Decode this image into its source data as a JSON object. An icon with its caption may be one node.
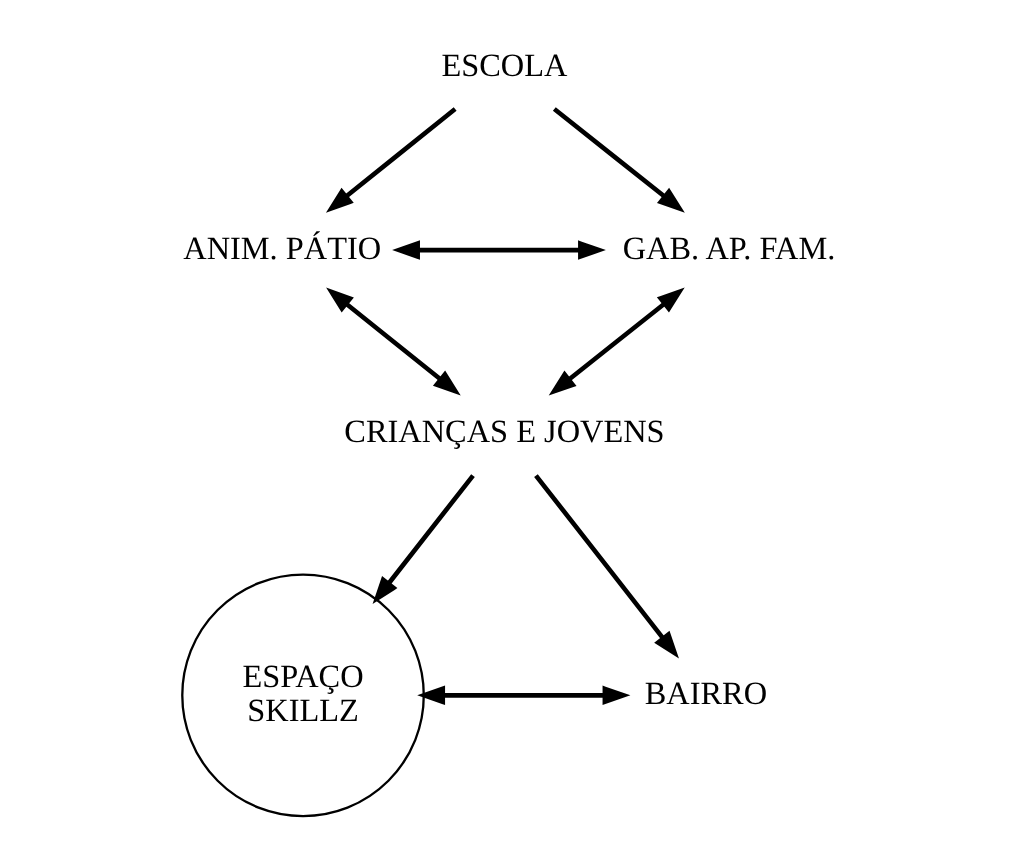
{
  "diagram": {
    "nodes": [
      {
        "text": [
          "ESCOLA"
        ]
      },
      {
        "text": [
          "ANIM. PÁTIO"
        ]
      },
      {
        "text": [
          "GAB. AP. FAM."
        ]
      },
      {
        "text": [
          "CRIANÇAS E JOVENS"
        ]
      },
      {
        "text": [
          "ESPAÇO SKILLZ"
        ]
      },
      {
        "text": [
          "BAIRRO"
        ]
      }
    ],
    "edges": [
      {
        "from": 0,
        "to": 1,
        "arrow": "to"
      },
      {
        "from": 0,
        "to": 2,
        "arrow": "to"
      },
      {
        "from": 1,
        "to": 2,
        "arrow": "both"
      },
      {
        "from": 1,
        "to": 3,
        "arrow": "both"
      },
      {
        "from": 2,
        "to": 3,
        "arrow": "both"
      },
      {
        "from": 3,
        "to": 4,
        "arrow": "to"
      },
      {
        "from": 3,
        "to": 5,
        "arrow": "to"
      },
      {
        "from": 4,
        "to": 5,
        "arrow": "both"
      }
    ]
  }
}
